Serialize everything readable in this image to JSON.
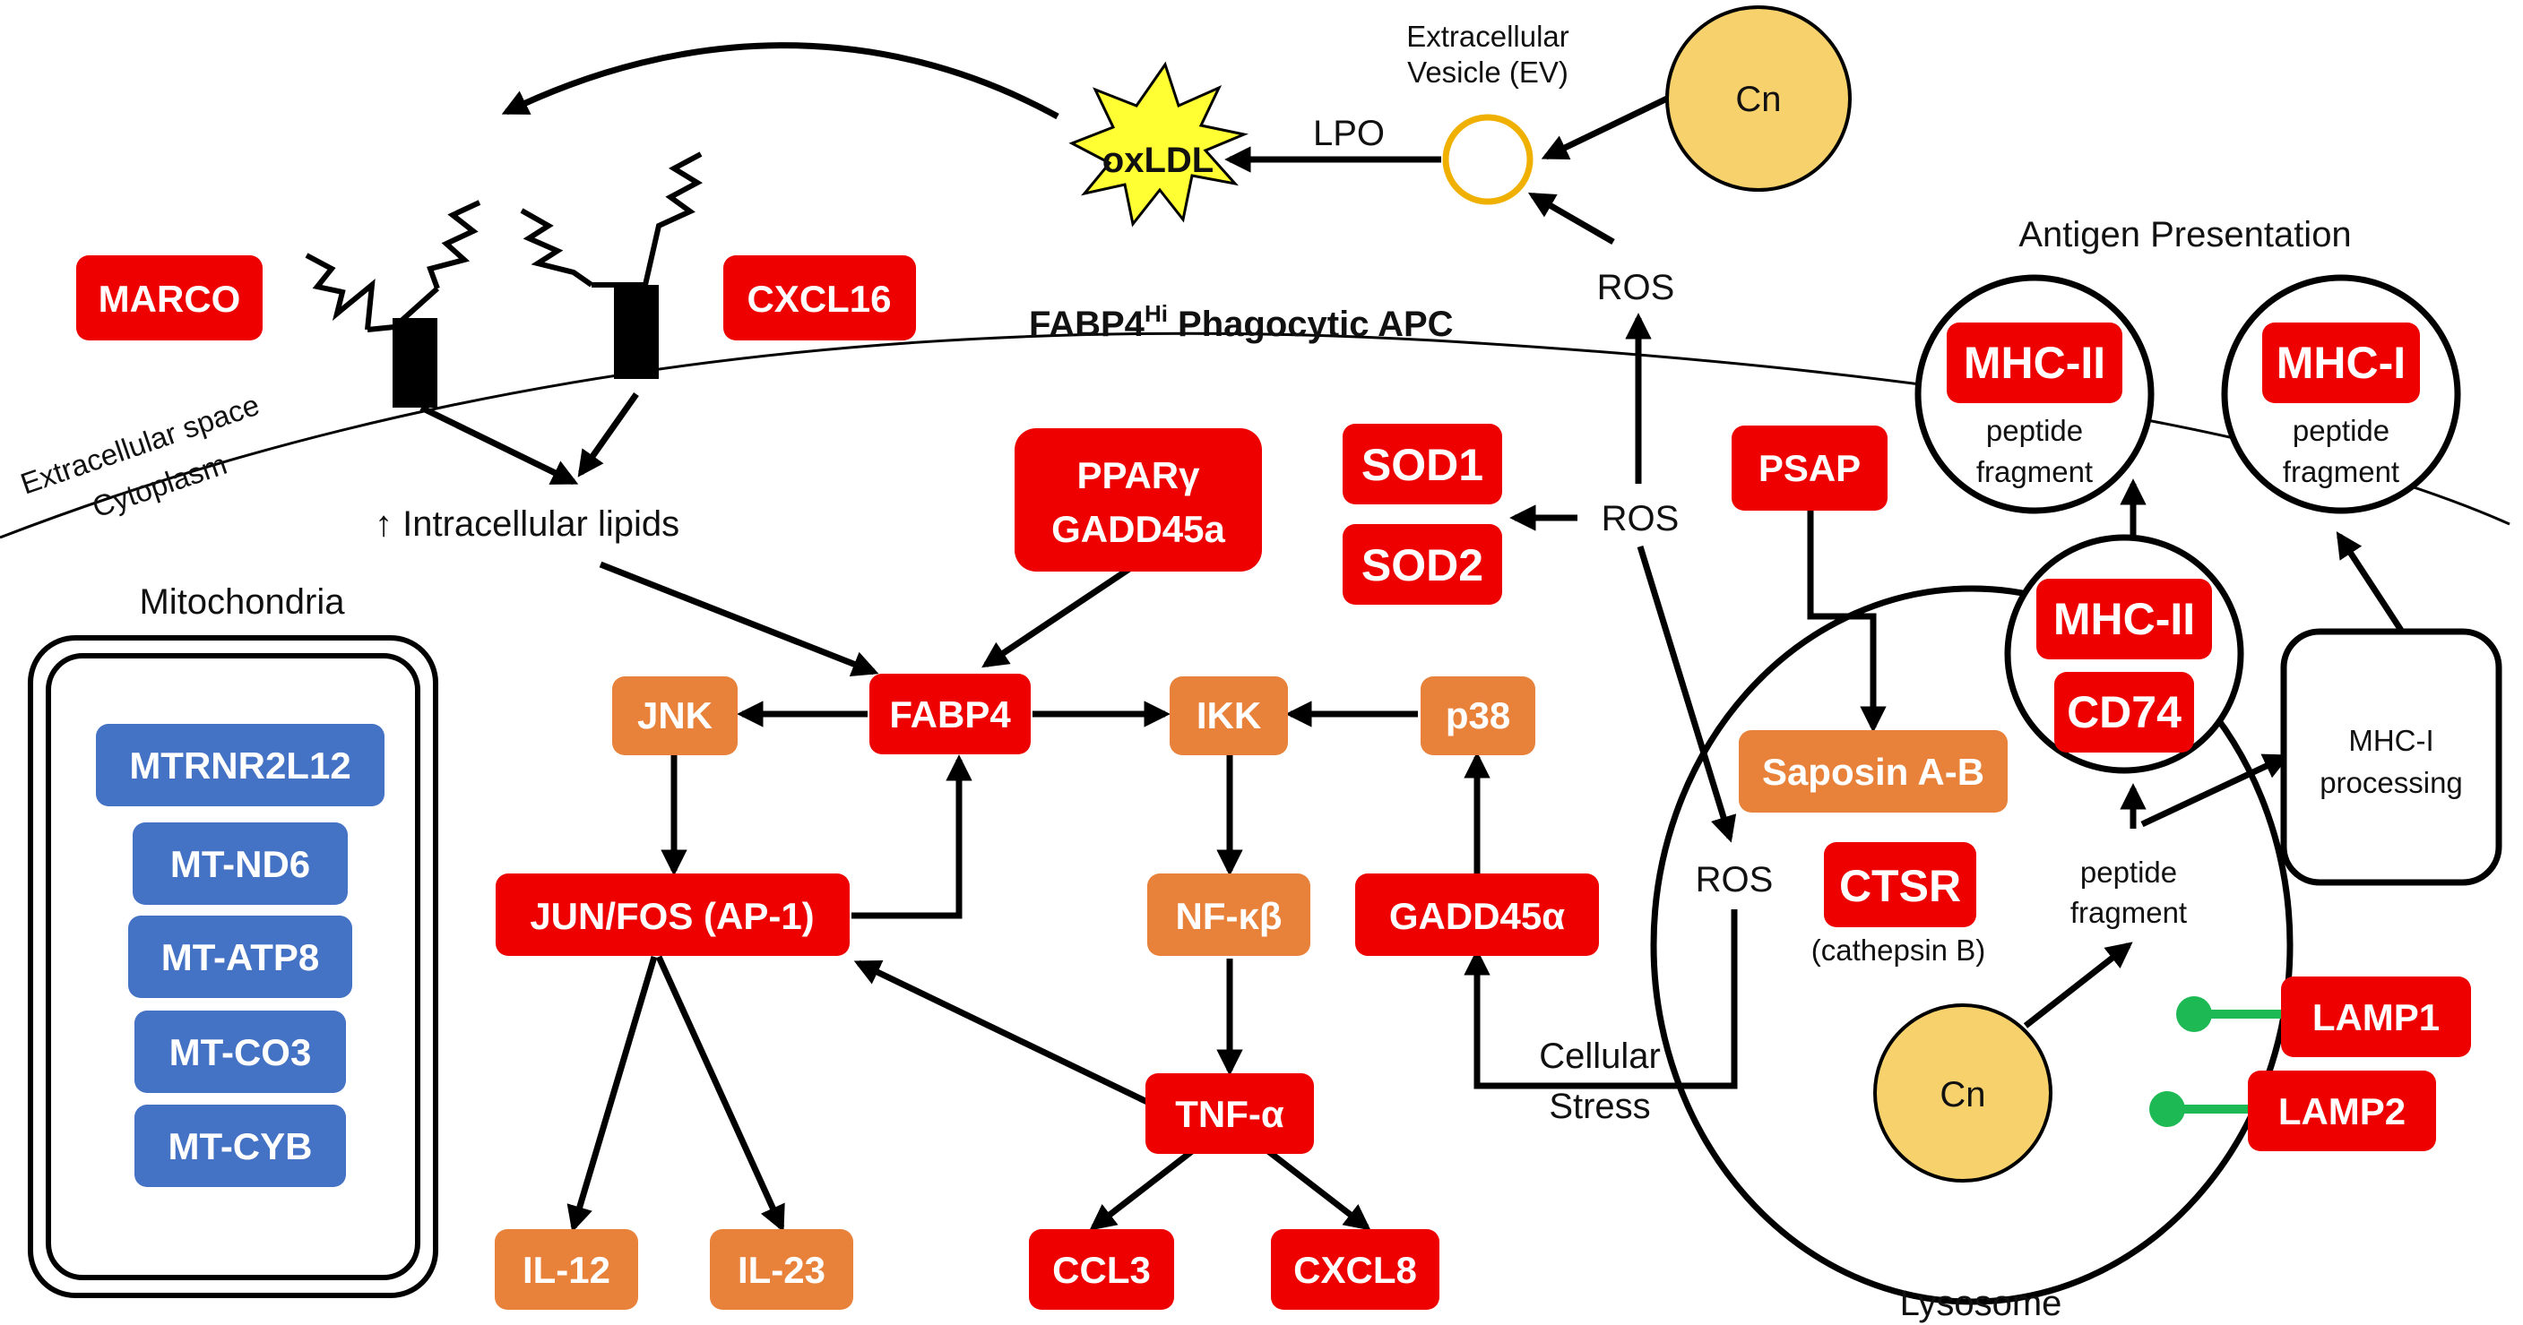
{
  "colors": {
    "red": "#ee0000",
    "orange": "#e8823a",
    "blue": "#4472c4",
    "yellow": "#f7d26c",
    "green": "#1db954",
    "starfill": "#ffff33"
  },
  "cell_title": {
    "main": "FABP4",
    "sup": "Hi",
    "rest": " Phagocytic APC"
  },
  "labels": {
    "extracellular_space": "Extracellular space",
    "cytoplasm": "Cytoplasm",
    "intracellular_lipids": "↑ Intracellular lipids",
    "mitochondria": "Mitochondria",
    "ev_line1": "Extracellular",
    "ev_line2": "Vesicle (EV)",
    "lpo": "LPO",
    "ros_top": "ROS",
    "ros_mid": "ROS",
    "ros_lys": "ROS",
    "antigen_presentation": "Antigen Presentation",
    "peptide1": "peptide",
    "fragment1": "fragment",
    "peptide2": "peptide",
    "fragment2": "fragment",
    "peptide3": "peptide",
    "fragment3": "fragment",
    "cathepsin": "(cathepsin B)",
    "cellular": "Cellular",
    "stress": "Stress",
    "lysosome": "Lysosome",
    "mhc_processing_1": "MHC-I",
    "mhc_processing_2": "processing",
    "cn_top": "Cn",
    "cn_lys": "Cn",
    "oxldl": "oxLDL"
  },
  "nodes": {
    "marco": "MARCO",
    "cxcl16": "CXCL16",
    "pparg": "PPARγ",
    "gadd45a_top": "GADD45a",
    "sod1": "SOD1",
    "sod2": "SOD2",
    "psap": "PSAP",
    "jnk": "JNK",
    "fabp4": "FABP4",
    "ikk": "IKK",
    "p38": "p38",
    "junfos": "JUN/FOS (AP-1)",
    "nfkb": "NF-κβ",
    "gadd45alpha": "GADD45α",
    "tnfa": "TNF-α",
    "il12": "IL-12",
    "il23": "IL-23",
    "ccl3": "CCL3",
    "cxcl8": "CXCL8",
    "saposin": "Saposin A-B",
    "ctsr": "CTSR",
    "mhc2_top": "MHC-II",
    "mhc1_top": "MHC-I",
    "mhc2_mid": "MHC-II",
    "cd74": "CD74",
    "lamp1": "LAMP1",
    "lamp2": "LAMP2"
  },
  "mitochondria_genes": [
    "MTRNR2L12",
    "MT-ND6",
    "MT-ATP8",
    "MT-CO3",
    "MT-CYB"
  ]
}
